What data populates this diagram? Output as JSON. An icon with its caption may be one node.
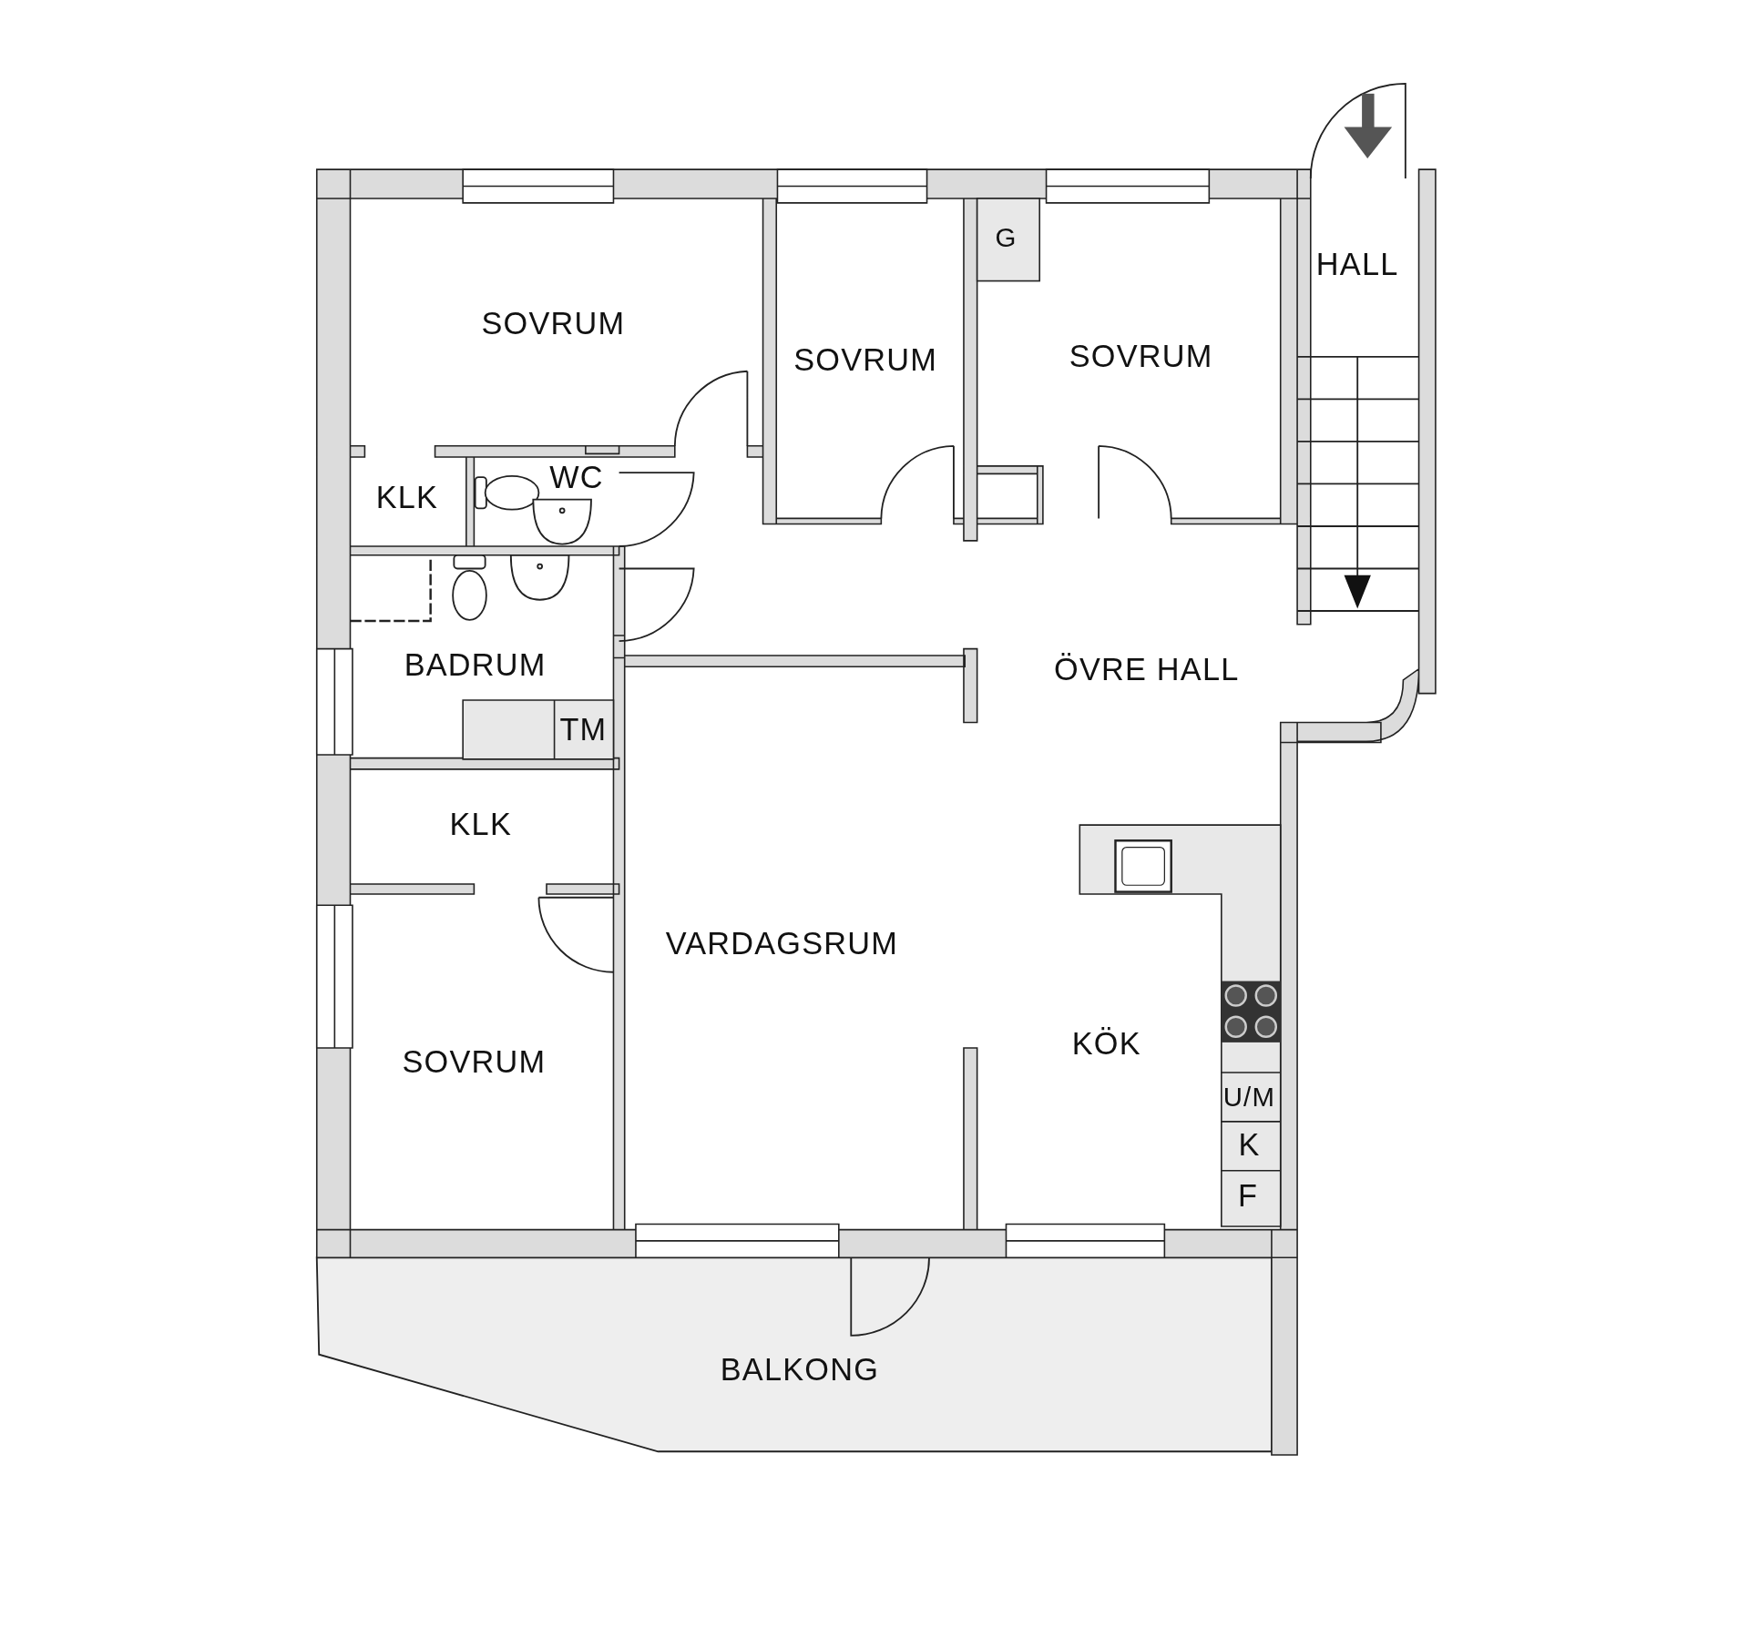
{
  "diagram": {
    "labels": [
      "G",
      "HALL",
      "SOVRUM",
      "SOVRUM",
      "SOVRUM",
      "WC",
      "KLK",
      "BADRUM",
      "ÖVRE HALL",
      "TM",
      "KLK",
      "VARDAGSRUM",
      "KÖK",
      "SOVRUM",
      "U/M",
      "K",
      "F",
      "BALKONG"
    ]
  }
}
